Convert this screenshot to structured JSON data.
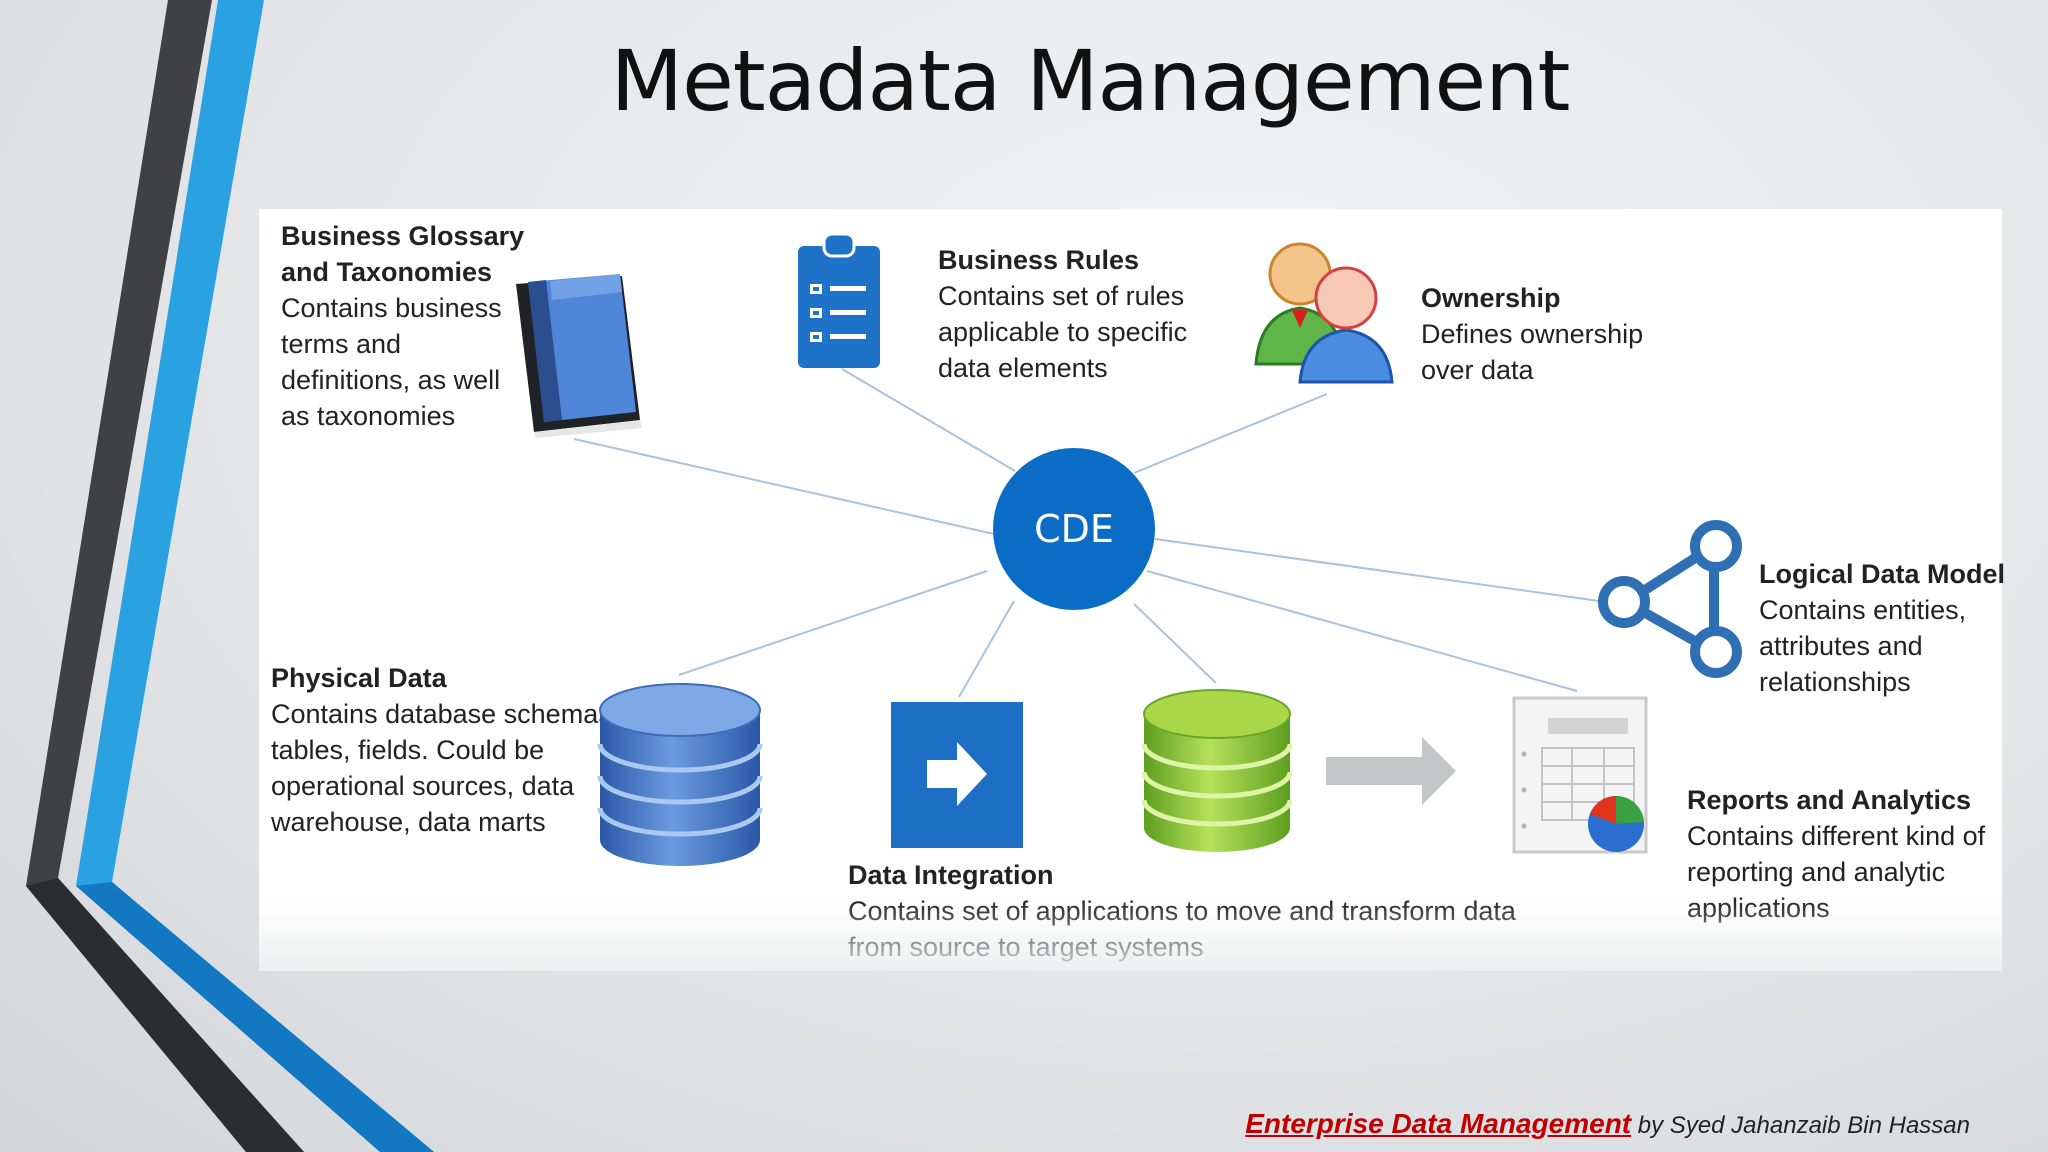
{
  "slide": {
    "title": "Metadata Management"
  },
  "center": {
    "label": "CDE",
    "color": "#0a6cc4"
  },
  "nodes": {
    "glossary": {
      "title_lines": [
        "Business Glossary",
        "and Taxonomies"
      ],
      "desc_lines": [
        "Contains business",
        "terms and",
        "definitions, as well",
        "as taxonomies"
      ],
      "icon": "book-icon"
    },
    "rules": {
      "title": "Business Rules",
      "desc_lines": [
        "Contains set of rules",
        "applicable to specific",
        "data elements"
      ],
      "icon": "clipboard-checklist-icon"
    },
    "ownership": {
      "title": "Ownership",
      "desc_lines": [
        "Defines ownership",
        "over data"
      ],
      "icon": "users-icon"
    },
    "logical": {
      "title": "Logical Data Model",
      "desc_lines": [
        "Contains entities,",
        "attributes and",
        "relationships"
      ],
      "icon": "share-nodes-icon"
    },
    "physical": {
      "title": "Physical Data",
      "desc_lines": [
        "Contains database schemas,",
        "tables, fields. Could be",
        "operational sources, data",
        "warehouse, data marts"
      ],
      "icon": "database-blue-icon"
    },
    "integration": {
      "title": "Data Integration",
      "desc_lines": [
        "Contains set of applications to move and transform data",
        "from source to target systems"
      ],
      "icon": "arrow-box-icon"
    },
    "reports": {
      "title": "Reports and Analytics",
      "desc_lines": [
        "Contains different kind of",
        "reporting and analytic",
        "applications"
      ],
      "icon": "report-chart-icon"
    }
  },
  "footer": {
    "link_text": "Enterprise Data Management",
    "byline": " by Syed Jahanzaib Bin Hassan",
    "link_color": "#c00000"
  }
}
